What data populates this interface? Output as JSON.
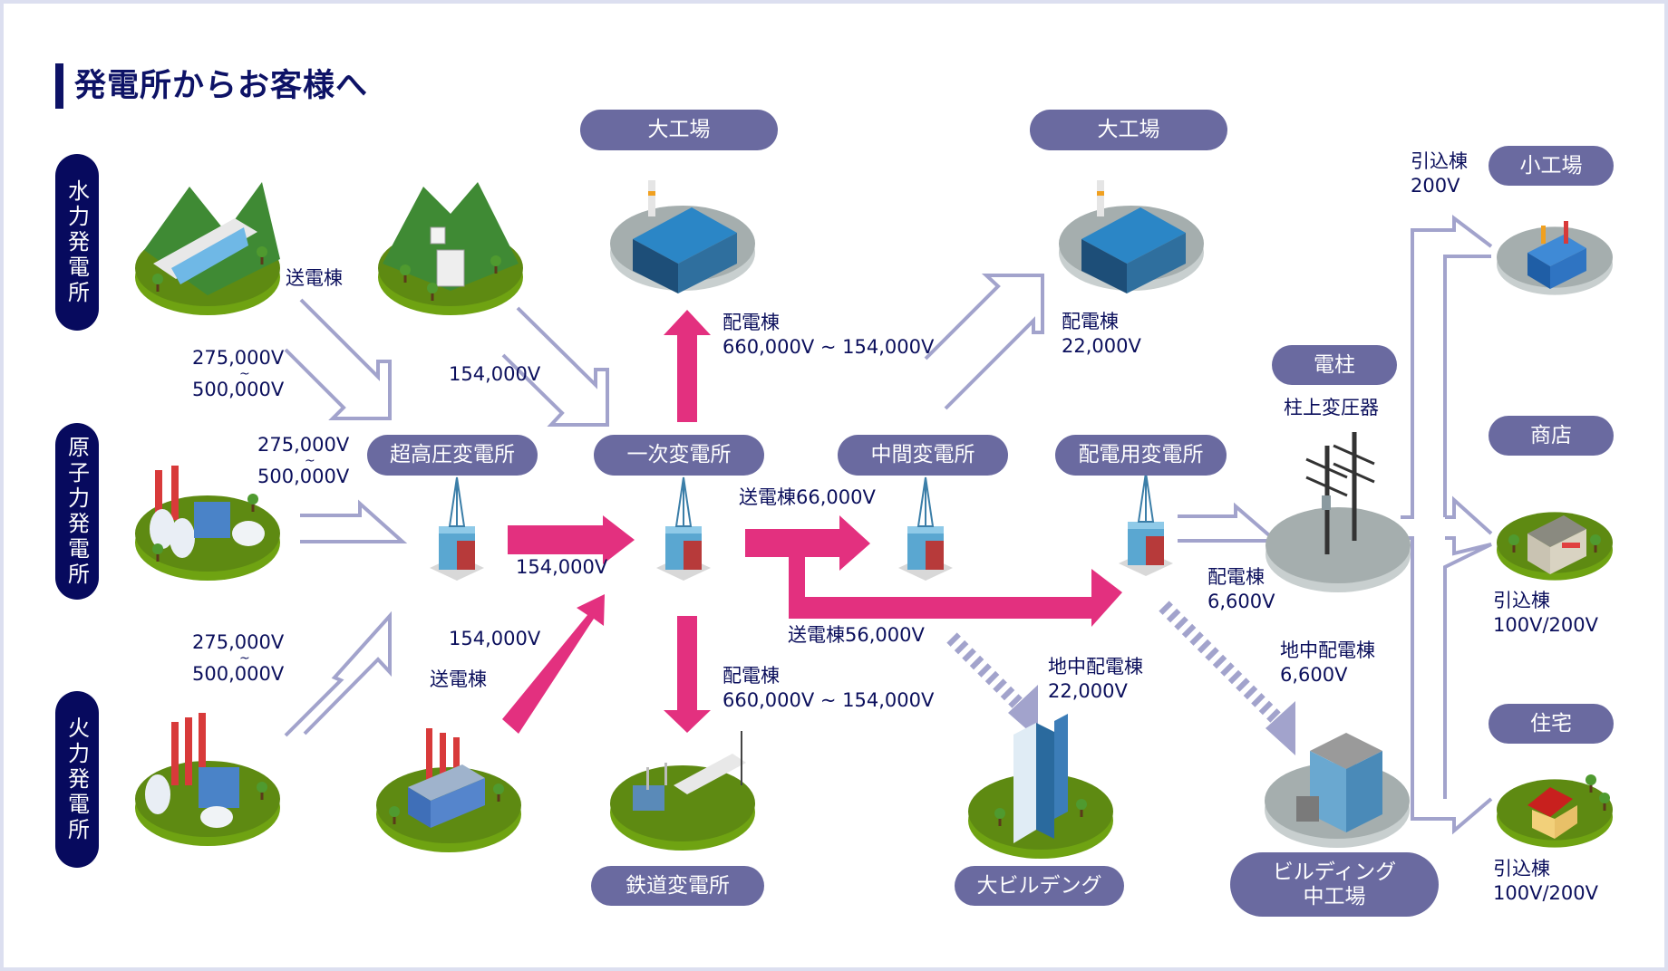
{
  "title": "発電所からお客様へ",
  "sources": [
    {
      "id": "hydro",
      "label": "水力発電所"
    },
    {
      "id": "nuclear",
      "label": "原子力発電所"
    },
    {
      "id": "thermal",
      "label": "火力発電所"
    }
  ],
  "nodes": {
    "large_factory_1": "大工場",
    "large_factory_2": "大工場",
    "ultra_high_substation": "超高圧変電所",
    "primary_substation": "一次変電所",
    "intermediate_substation": "中間変電所",
    "distribution_substation": "配電用変電所",
    "utility_pole": "電柱",
    "small_factory": "小工場",
    "shop": "商店",
    "house": "住宅",
    "railway_substation": "鉄道変電所",
    "large_building": "大ビルデング",
    "building_mid_factory_line1": "ビルディング",
    "building_mid_factory_line2": "中工場"
  },
  "labels": {
    "hydro_line": "送電棟",
    "hydro_voltage_top": "275,000V",
    "hydro_voltage_bottom": "500,000V",
    "nuclear_voltage_top": "275,000V",
    "nuclear_voltage_bottom": "500,000V",
    "thermal_voltage_top": "275,000V",
    "thermal_voltage_bottom": "500,000V",
    "range_mark": "~",
    "hydro2_voltage": "154,000V",
    "ultra_to_primary_voltage": "154,000V",
    "thermal2_voltage": "154,000V",
    "thermal2_line": "送電棟",
    "primary_to_factory_line": "配電棟",
    "primary_to_factory_voltage": "660,000V ~ 154,000V",
    "primary_to_rail_line": "配電棟",
    "primary_to_rail_voltage": "660,000V ~ 154,000V",
    "to_intermediate": "送電棟66,000V",
    "to_distribution": "送電棟56,000V",
    "intermediate_to_factory_line": "配電棟",
    "intermediate_to_factory_voltage": "22,000V",
    "underground_building_line": "地中配電棟",
    "underground_building_voltage": "22,000V",
    "distribution_to_pole_line": "配電棟",
    "distribution_to_pole_voltage": "6,600V",
    "underground_midfactory_line": "地中配電棟",
    "underground_midfactory_voltage": "6,600V",
    "pole_transformer": "柱上変圧器",
    "small_factory_line": "引込棟",
    "small_factory_voltage": "200V",
    "shop_line": "引込棟",
    "shop_voltage": "100V/200V",
    "house_line": "引込棟",
    "house_voltage": "100V/200V"
  },
  "colors": {
    "navy": "#070a5e",
    "pill": "#6a6aa0",
    "magenta": "#e3307f",
    "outline_arrow": "#a2a3cc",
    "grass": "#5e8a12",
    "concrete": "#a5aeae"
  }
}
